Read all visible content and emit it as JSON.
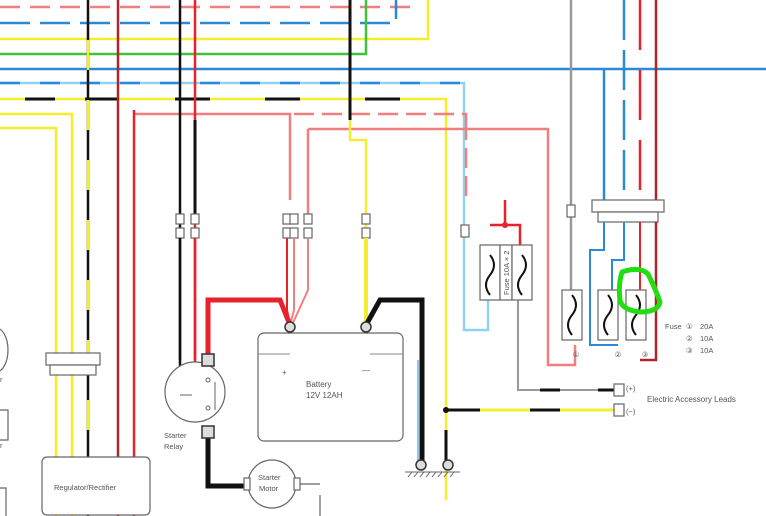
{
  "diagram": {
    "type": "motorcycle charging/starting wiring diagram (partial)",
    "colors": {
      "red": "#e8222a",
      "pink_red": "#f08080",
      "dark_red": "#b0232a",
      "black": "#111111",
      "yellow": "#f3ee2e",
      "blue": "#2a8ad8",
      "light_blue": "#8fd3f0",
      "green": "#3ec43a",
      "gray": "#9a9a9a",
      "highlight": "#22dd11"
    },
    "components": {
      "regulator": "Regulator/Rectifier",
      "starter_relay_line1": "Starter",
      "starter_relay_line2": "Relay",
      "starter_motor_line1": "Starter",
      "starter_motor_line2": "Motor",
      "battery_line1": "Battery",
      "battery_line2": "12V 12AH",
      "battery_plus": "+",
      "battery_minus": "—",
      "main_fuse": "Fuse 10A × 2",
      "partial_left_label_1": "r",
      "partial_left_label_2": "r"
    },
    "fuse_legend": {
      "title": "Fuse",
      "items": [
        {
          "num": "①",
          "rating": "20A"
        },
        {
          "num": "②",
          "rating": "10A"
        },
        {
          "num": "③",
          "rating": "10A"
        }
      ]
    },
    "fuse_numbers": [
      "①",
      "②",
      "③"
    ],
    "accessory": {
      "label": "Electric Accessory Leads",
      "plus": "(+)",
      "minus": "(−)"
    },
    "annotation": {
      "shape": "green hand-drawn circle",
      "target": "fuse ③ upper terminal"
    }
  }
}
